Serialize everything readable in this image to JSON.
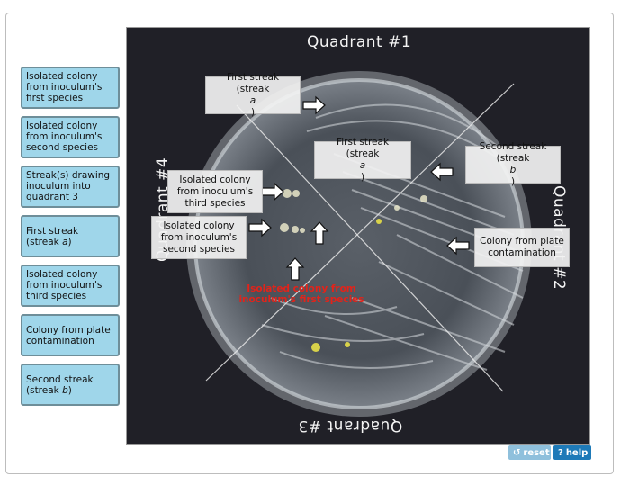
{
  "bank": [
    {
      "line1": "Isolated colony",
      "line2": "from inoculum's",
      "line3": "first species"
    },
    {
      "line1": "Isolated colony",
      "line2": "from inoculum's",
      "line3": "second species"
    },
    {
      "line1": "Streak(s) drawing",
      "line2": "inoculum into",
      "line3": "quadrant 3"
    },
    {
      "line1": "First streak",
      "line2": "(streak ",
      "ital": "a",
      "close": ")"
    },
    {
      "line1": "Isolated colony",
      "line2": "from inoculum's",
      "line3": "third species"
    },
    {
      "line1": "Colony from plate",
      "line2": "contamination"
    },
    {
      "line1": "Second streak",
      "line2": "(streak ",
      "ital": "b",
      "close": ")"
    }
  ],
  "quadrants": {
    "q1": "Quadrant #1",
    "q2": "Quadrant #2",
    "q3": "Quadrant #3",
    "q4": "Quadrant #4"
  },
  "labels": {
    "first_streak_top": {
      "line1": "First streak",
      "line2": "(streak ",
      "ital": "a",
      "close": ")"
    },
    "first_streak_center": {
      "line1": "First streak",
      "line2": "(streak ",
      "ital": "a",
      "close": ")"
    },
    "second_streak": {
      "line1": "Second streak",
      "line2": "(streak ",
      "ital": "b",
      "close": ")"
    },
    "third_species": {
      "line1": "Isolated colony",
      "line2": "from inoculum's",
      "line3": "third species"
    },
    "second_species": {
      "line1": "Isolated colony",
      "line2": "from inoculum's",
      "line3": "second species"
    },
    "contamination": {
      "line1": "Colony from plate",
      "line2": "contamination"
    },
    "first_species": {
      "line1": "Isolated colony from",
      "line2": "inoculum's first species"
    }
  },
  "buttons": {
    "reset": "reset",
    "help": "help"
  },
  "colors": {
    "bank_fill": "#9fd6ea",
    "red_label": "#e2231a",
    "help_blue": "#1e7ab8"
  }
}
